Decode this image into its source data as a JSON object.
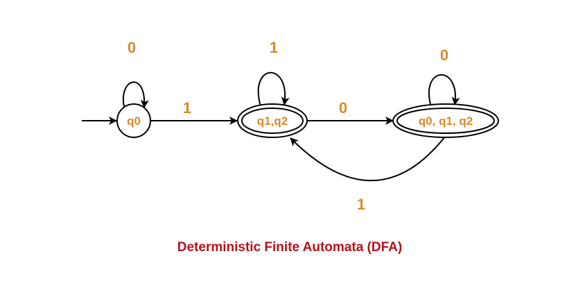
{
  "colors": {
    "label": "#d98a2b",
    "stroke": "#000000",
    "caption": "#b5121b",
    "state_fill": "#ffffff"
  },
  "states": [
    {
      "id": "q0",
      "label": "q0",
      "accepting": false,
      "start": true
    },
    {
      "id": "q1q2",
      "label": "q1,q2",
      "accepting": true,
      "start": false
    },
    {
      "id": "q0q1q2",
      "label": "q0, q1, q2",
      "accepting": true,
      "start": false
    }
  ],
  "transitions": [
    {
      "from": "q0",
      "to": "q0",
      "symbol": "0"
    },
    {
      "from": "q0",
      "to": "q1q2",
      "symbol": "1"
    },
    {
      "from": "q1q2",
      "to": "q1q2",
      "symbol": "1"
    },
    {
      "from": "q1q2",
      "to": "q0q1q2",
      "symbol": "0"
    },
    {
      "from": "q0q1q2",
      "to": "q0q1q2",
      "symbol": "0"
    },
    {
      "from": "q0q1q2",
      "to": "q1q2",
      "symbol": "1"
    }
  ],
  "caption": "Deterministic Finite Automata (DFA)"
}
